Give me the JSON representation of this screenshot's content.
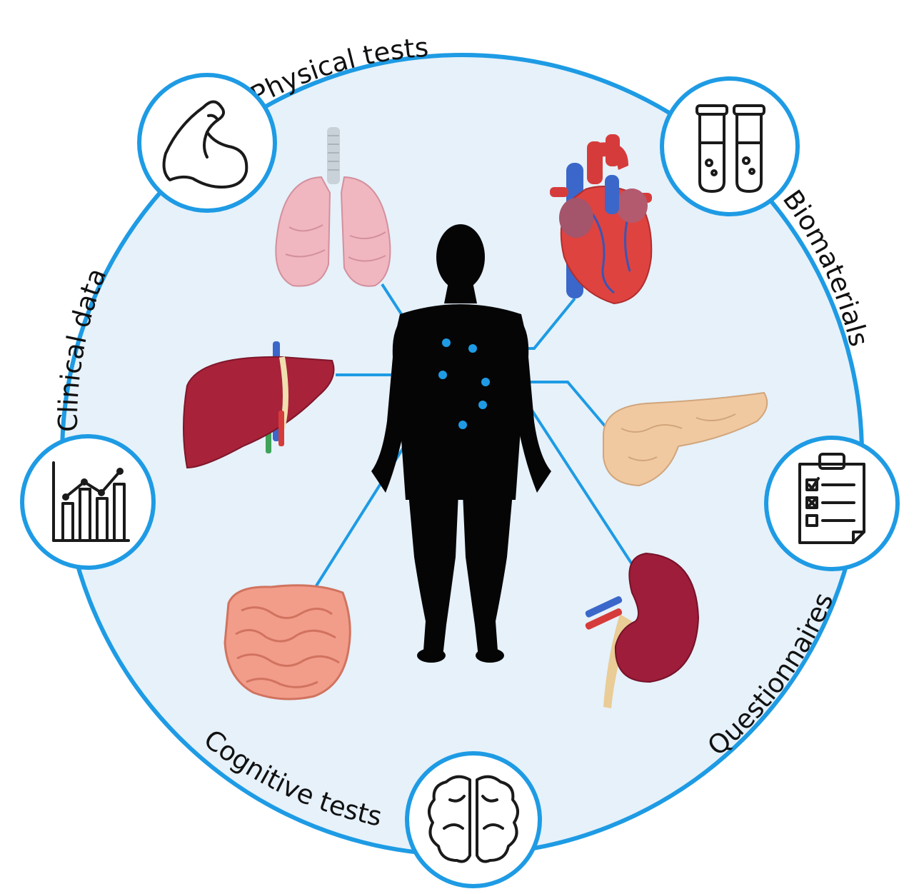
{
  "categories": {
    "physical": "Physical tests",
    "biomaterials": "Biomaterials",
    "questionnaires": "Questionnaires",
    "cognitive": "Cognitive tests",
    "clinical": "Clinical data"
  },
  "icons": {
    "physical": "flexed-arm-icon",
    "biomaterials": "test-tubes-icon",
    "questionnaires": "checklist-clipboard-icon",
    "cognitive": "brain-icon",
    "clinical": "bar-chart-icon"
  },
  "organs": [
    "lungs",
    "heart",
    "liver",
    "pancreas",
    "intestines",
    "kidney"
  ],
  "colors": {
    "ring": "#1e9be4",
    "disc": "#e6f1fa",
    "connector": "#1e9be4",
    "silhouette": "#050505"
  }
}
